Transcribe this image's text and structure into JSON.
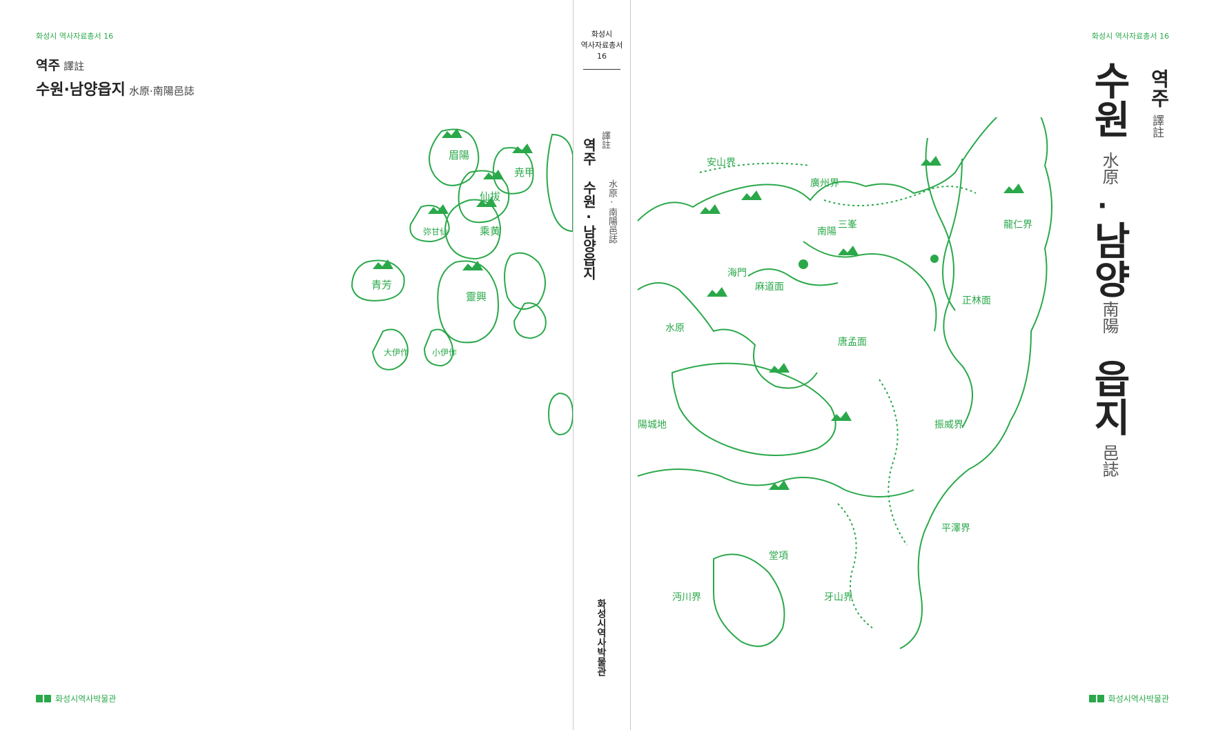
{
  "back_cover": {
    "series": "화성시 역사자료총서 16",
    "annotation_ko": "역주",
    "annotation_hanja": "譯註",
    "title_ko": "수원·남양읍지",
    "title_hanja": "水原·南陽邑誌",
    "publisher": "화성시역사박물관"
  },
  "spine": {
    "series_line1": "화성시",
    "series_line2": "역사자료총서",
    "series_line3": "16",
    "annotation_hanja": "譯註",
    "annotation_ko": "역주",
    "title_hanja": "水原·南陽邑誌",
    "title_ko": "수원·남양읍지",
    "publisher": "화성시역사박물관"
  },
  "front_cover": {
    "series": "화성시 역사자료총서 16",
    "annotation_ko": "역주",
    "annotation_hanja": "譯註",
    "title_part1_ko": "수원",
    "title_part1_hanja": "水原",
    "title_separator": "·",
    "title_part2_ko": "남양",
    "title_part2_hanja": "南陽",
    "title_part3_ko": "읍지",
    "title_part3_hanja": "邑誌",
    "publisher": "화성시역사박물관"
  },
  "map_labels": {
    "islands": [
      "眉陽",
      "仙拔",
      "尭甲",
      "乘黄",
      "靈興",
      "青芳",
      "大伊作",
      "小伊作",
      "弥甘仙"
    ],
    "borders": [
      "安山界",
      "廣州界",
      "龍仁界",
      "振威界",
      "平澤界",
      "陽城地",
      "牙山界",
      "沔川界"
    ],
    "places": [
      "水原",
      "南陽",
      "海門",
      "堂項",
      "正林面",
      "麻道面",
      "唐孟面",
      "三峯"
    ]
  },
  "colors": {
    "accent": "#2aa84a",
    "text": "#222222",
    "hanja": "#555555"
  }
}
